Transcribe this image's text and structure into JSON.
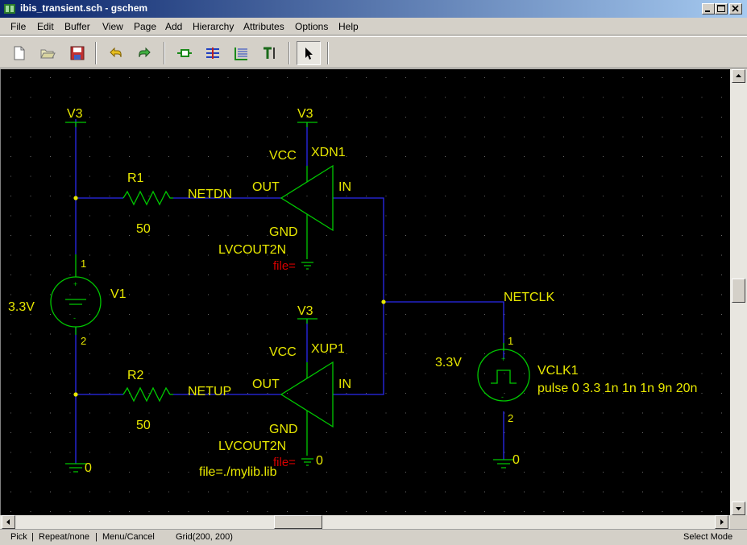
{
  "window": {
    "title": "ibis_transient.sch - gschem"
  },
  "menu": [
    {
      "label": "File",
      "key": "file"
    },
    {
      "label": "Edit",
      "key": "edit"
    },
    {
      "label": "Buffer",
      "key": "buffer"
    },
    {
      "label": "View",
      "key": "view"
    },
    {
      "label": "Page",
      "key": "page"
    },
    {
      "label": "Add",
      "key": "add"
    },
    {
      "label": "Hierarchy",
      "key": "hierarchy"
    },
    {
      "label": "Attributes",
      "key": "attributes"
    },
    {
      "label": "Options",
      "key": "options"
    },
    {
      "label": "Help",
      "key": "help"
    }
  ],
  "toolbar": {
    "icons": [
      "new-file-icon",
      "open-file-icon",
      "save-icon",
      "undo-icon",
      "redo-icon",
      "add-component-icon",
      "add-net-icon",
      "add-bus-icon",
      "add-text-icon",
      "select-pointer-icon"
    ],
    "active": "select-pointer-icon"
  },
  "schematic": {
    "colors": {
      "background": "#000000",
      "net": "#0000ff",
      "component": "#00cc00",
      "text": "#e8e800",
      "attribute": "#cc0000",
      "junction": "#e8e800"
    },
    "labels": {
      "v3_left": "V3",
      "r1_name": "R1",
      "r1_value": "50",
      "netdn": "NETDN",
      "r2_name": "R2",
      "r2_value": "50",
      "netup": "NETUP",
      "v1_name": "V1",
      "v1_value": "3.3V",
      "v1_pin1": "1",
      "v1_pin2": "2",
      "gnd_left": "0",
      "v3_top": "V3",
      "xdn1_vcc": "VCC",
      "xdn1_name": "XDN1",
      "xdn1_out": "OUT",
      "xdn1_in": "IN",
      "xdn1_gnd": "GND",
      "xdn1_model": "LVCOUT2N",
      "xdn1_file": "file=",
      "v3_mid": "V3",
      "xup1_vcc": "VCC",
      "xup1_name": "XUP1",
      "xup1_out": "OUT",
      "xup1_in": "IN",
      "xup1_gnd": "GND",
      "xup1_model": "LVCOUT2N",
      "xup1_file": "file=",
      "gnd_mid": "0",
      "mylib": "file=./mylib.lib",
      "netclk": "NETCLK",
      "vclk1_pin1": "1",
      "vclk1_pin2": "2",
      "vclk1_value": "3.3V",
      "vclk1_name": "VCLK1",
      "vclk1_pulse": "pulse 0 3.3 1n 1n 1n 9n 20n",
      "gnd_right": "0"
    }
  },
  "status": {
    "pick": "Pick",
    "repeat": "Repeat/none",
    "menu": "Menu/Cancel",
    "grid": "Grid(200, 200)",
    "mode": "Select Mode"
  }
}
